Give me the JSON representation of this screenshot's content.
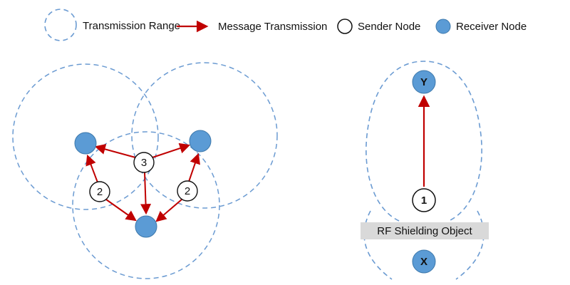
{
  "legend": {
    "left": {
      "range": "Transmission Range",
      "transmission": "Message Transmission"
    },
    "right": {
      "sender": "Sender Node",
      "receiver": "Receiver Node"
    }
  },
  "left_diagram": {
    "counters": [
      "2",
      "3",
      "2"
    ]
  },
  "right_diagram": {
    "node_y": "Y",
    "node_1": "1",
    "node_x": "X",
    "shield": "RF Shielding Object"
  },
  "colors": {
    "range_dash": "#6b9bd2",
    "node_fill": "#5b9bd5",
    "node_stroke": "#3d78ab",
    "arrow": "#c00000",
    "shield_fill": "#d9d9d9"
  }
}
